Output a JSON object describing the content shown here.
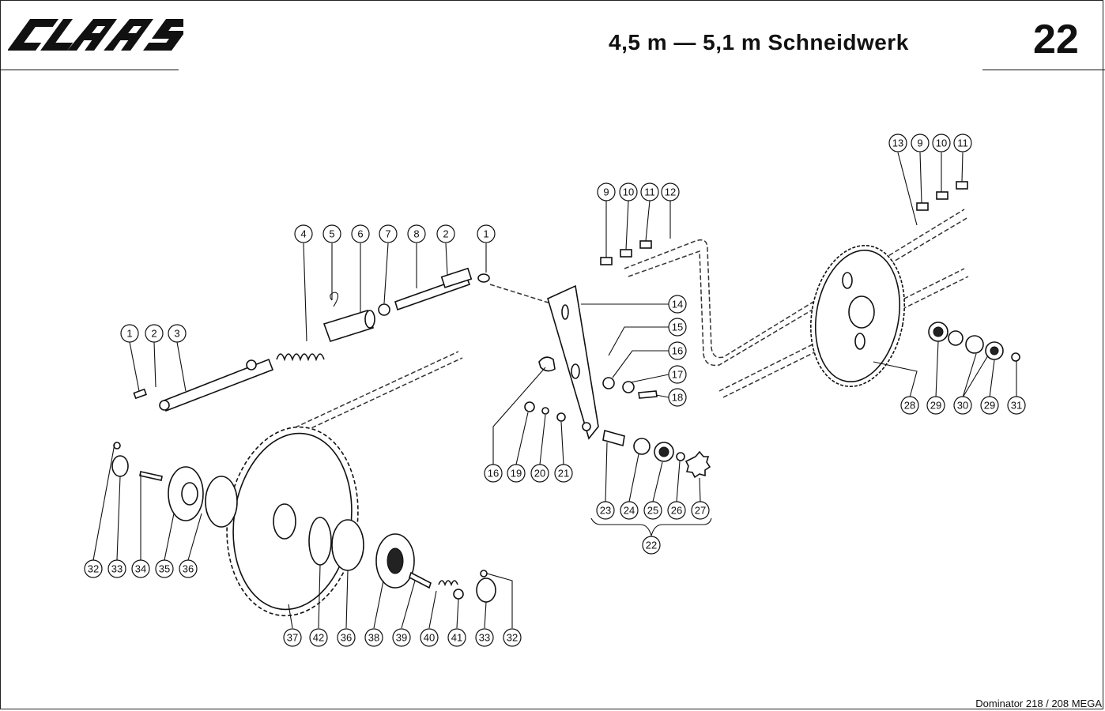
{
  "header": {
    "brand": "CLAAS",
    "title": "4,5 m — 5,1 m Schneidwerk",
    "page_number": "22"
  },
  "footer": {
    "model": "Dominator 218 / 208 MEGA"
  },
  "diagram": {
    "callouts": [
      "1",
      "2",
      "3",
      "4",
      "5",
      "6",
      "7",
      "8",
      "2",
      "1",
      "9",
      "10",
      "11",
      "12",
      "13",
      "9",
      "10",
      "11",
      "14",
      "15",
      "16",
      "17",
      "18",
      "16",
      "19",
      "20",
      "21",
      "23",
      "24",
      "25",
      "26",
      "27",
      "22",
      "28",
      "29",
      "30",
      "29",
      "31",
      "32",
      "33",
      "34",
      "35",
      "36",
      "37",
      "42",
      "36",
      "38",
      "39",
      "40",
      "41",
      "33",
      "32"
    ]
  }
}
